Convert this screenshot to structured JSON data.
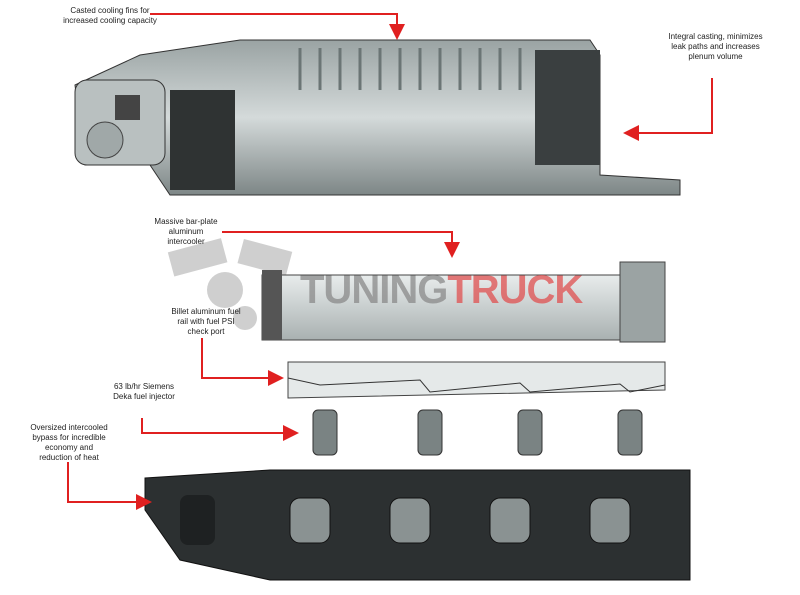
{
  "labels": {
    "cooling_fins": "Casted cooling fins for increased cooling capacity",
    "integral_casting": "Integral casting, minimizes leak paths and increases plenum volume",
    "intercooler": "Massive bar-plate aluminum intercooler",
    "fuel_rail": "Billet aluminum fuel rail with fuel PSI check port",
    "injector": "63 lb/hr Siemens Deka fuel injector",
    "bypass": "Oversized intercooled bypass for incredible economy and reduction of heat"
  },
  "watermark": {
    "part1": "TUNING",
    "part2": "TRUCK"
  },
  "colors": {
    "arrow": "#e02020",
    "metal_light": "#c8cfcf",
    "metal_dark": "#2a2d2e"
  }
}
